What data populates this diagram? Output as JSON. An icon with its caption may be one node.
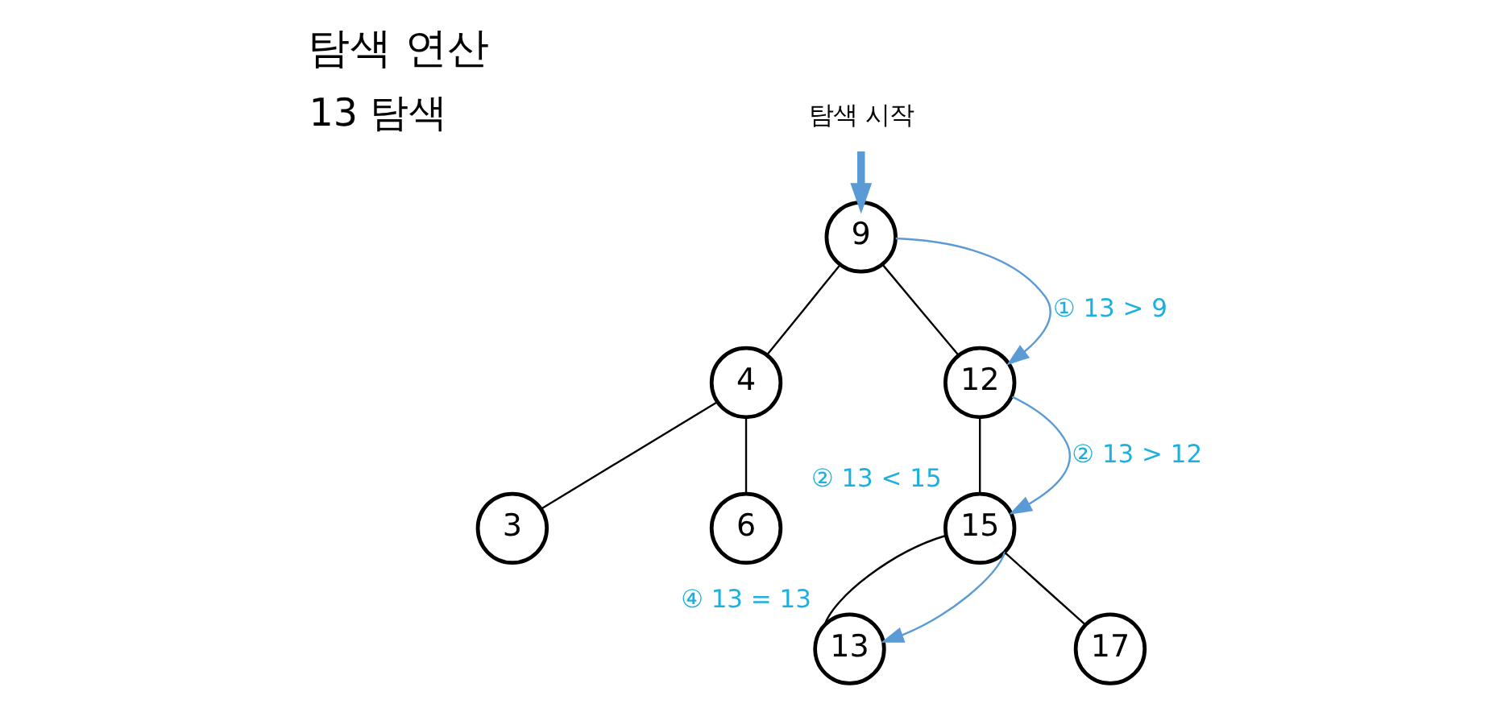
{
  "diagram": {
    "title": "탐색 연산",
    "nodes": [
      {
        "text": [
          "탐색 시작"
        ]
      },
      {
        "text": [
          "9"
        ]
      },
      {
        "text": [
          "4"
        ]
      },
      {
        "text": [
          "12"
        ]
      },
      {
        "text": [
          "3"
        ]
      },
      {
        "text": [
          "6"
        ]
      },
      {
        "text": [
          "15"
        ],
        "beside": [
          "② 13 < 15"
        ]
      },
      {
        "text": [
          "13"
        ],
        "beside": [
          "④ 13 = 13"
        ]
      },
      {
        "text": [
          "17"
        ]
      }
    ],
    "edges": [
      {
        "from": 0,
        "to": 1,
        "arrow": "to",
        "style": "thick",
        "color": "#5b9bd5"
      },
      {
        "from": 1,
        "to": 2,
        "arrow": "none"
      },
      {
        "from": 1,
        "to": 3,
        "arrow": "none"
      },
      {
        "from": 2,
        "to": 4,
        "arrow": "none"
      },
      {
        "from": 2,
        "to": 5,
        "arrow": "none"
      },
      {
        "from": 3,
        "to": 6,
        "arrow": "none"
      },
      {
        "from": 6,
        "to": 7,
        "arrow": "none"
      },
      {
        "from": 6,
        "to": 8,
        "arrow": "none"
      },
      {
        "from": 1,
        "to": 3,
        "arrow": "to",
        "label": "① 13 > 9",
        "color": "#5b9bd5"
      },
      {
        "from": 3,
        "to": 6,
        "arrow": "to",
        "label": "② 13 > 12",
        "color": "#5b9bd5"
      },
      {
        "from": 6,
        "to": 7,
        "arrow": "to",
        "color": "#5b9bd5"
      }
    ],
    "labels": [
      "13 탐색"
    ]
  }
}
